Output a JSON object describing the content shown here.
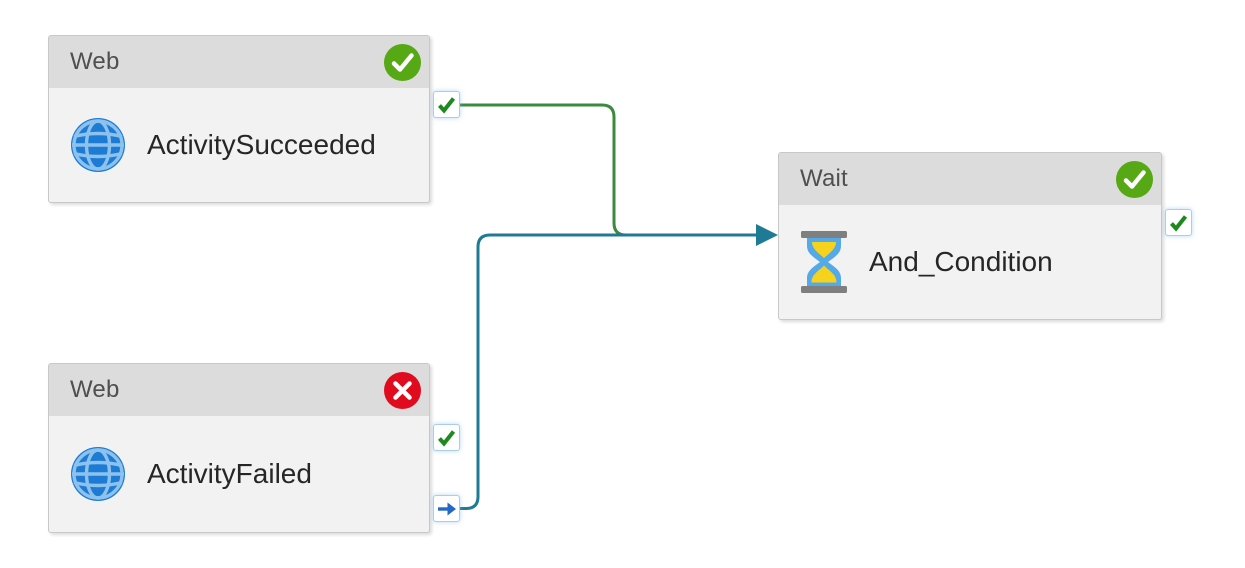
{
  "canvas": {
    "kind": "pipeline-designer-canvas",
    "background": "#ffffff"
  },
  "nodes": [
    {
      "type_label": "Web",
      "name": "ActivitySucceeded",
      "status": "Succeeded",
      "status_icon": "success-check-badge",
      "activity_icon": "globe-icon",
      "ports": [
        "success"
      ]
    },
    {
      "type_label": "Web",
      "name": "ActivityFailed",
      "status": "Failed",
      "status_icon": "failed-x-badge",
      "activity_icon": "globe-icon",
      "ports": [
        "success",
        "completion"
      ]
    },
    {
      "type_label": "Wait",
      "name": "And_Condition",
      "status": "Succeeded",
      "status_icon": "success-check-badge",
      "activity_icon": "hourglass-icon",
      "ports": [
        "success"
      ]
    }
  ],
  "connectors": [
    {
      "from": "ActivitySucceeded",
      "from_port": "success",
      "to": "And_Condition",
      "color": "#3c8a3c"
    },
    {
      "from": "ActivityFailed",
      "from_port": "completion",
      "to": "And_Condition",
      "color": "#1f7a96"
    }
  ],
  "colors": {
    "success_badge": "#56a814",
    "failed_badge": "#e00b1e",
    "success_link": "#3c8a3c",
    "completion_link": "#1f7a96",
    "node_header_bg": "#dcdcdc",
    "node_body_bg": "#f2f2f2",
    "port_border": "#a9cdea",
    "port_check": "#1e8a1e",
    "port_arrow": "#2567c4",
    "globe_blue": "#1e7bd4",
    "globe_lines": "#8ec2ee",
    "hourglass_frame": "#7f7f7f",
    "hourglass_glass": "#54a9e8",
    "hourglass_sand": "#f6d21c"
  }
}
